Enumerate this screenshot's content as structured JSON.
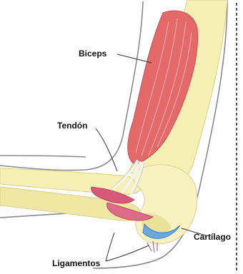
{
  "labels": {
    "biceps": "Biceps",
    "tendon": "Tendón",
    "cartilage": "Cartílago",
    "ligaments": "Ligamentos"
  },
  "colors": {
    "skin_outline": "#8a8a8a",
    "bone": "#f6f0b4",
    "bone_shadow": "#e6dc8a",
    "muscle": "#e46a6a",
    "muscle_light": "#f3a5a5",
    "tendon": "#f4f4ee",
    "cartilage": "#6aa8e0",
    "ligament": "#d8587a",
    "leader": "#333333",
    "divider": "#111111"
  }
}
